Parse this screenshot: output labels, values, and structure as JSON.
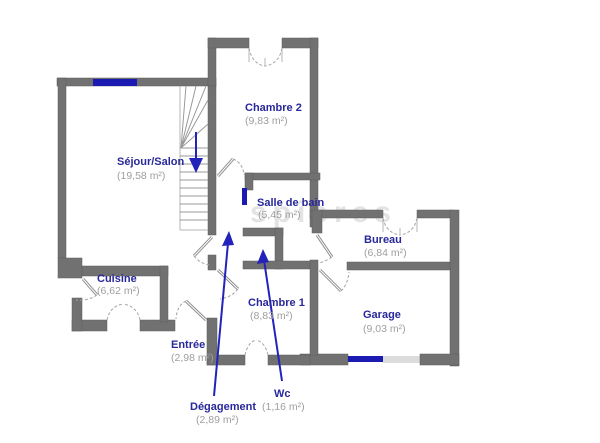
{
  "watermark": {
    "text": "spieres"
  },
  "colors": {
    "wall": "#717171",
    "room_label": "#28289a",
    "area_label": "#9e9e9e",
    "window": "#1b1bb4",
    "arrow": "#2323bb",
    "watermark": "#c9c9c9"
  },
  "rooms": [
    {
      "id": "sejour-salon",
      "name": "Séjour/Salon",
      "area": "(19,58 m²)"
    },
    {
      "id": "chambre-2",
      "name": "Chambre 2",
      "area": "(9,83 m²)"
    },
    {
      "id": "salle-de-bain",
      "name": "Salle de bain",
      "area": "(5,45 m²)"
    },
    {
      "id": "bureau",
      "name": "Bureau",
      "area": "(6,84 m²)"
    },
    {
      "id": "cuisine",
      "name": "Cuisine",
      "area": "(6,62 m²)"
    },
    {
      "id": "chambre-1",
      "name": "Chambre 1",
      "area": "(8,83 m²)"
    },
    {
      "id": "garage",
      "name": "Garage",
      "area": "(9,03 m²)"
    },
    {
      "id": "entree",
      "name": "Entrée",
      "area": "(2,98 m²)"
    },
    {
      "id": "degagement",
      "name": "Dégagement",
      "area": "(2,89 m²)"
    },
    {
      "id": "wc",
      "name": "Wc",
      "area": "(1,16 m²)"
    }
  ]
}
